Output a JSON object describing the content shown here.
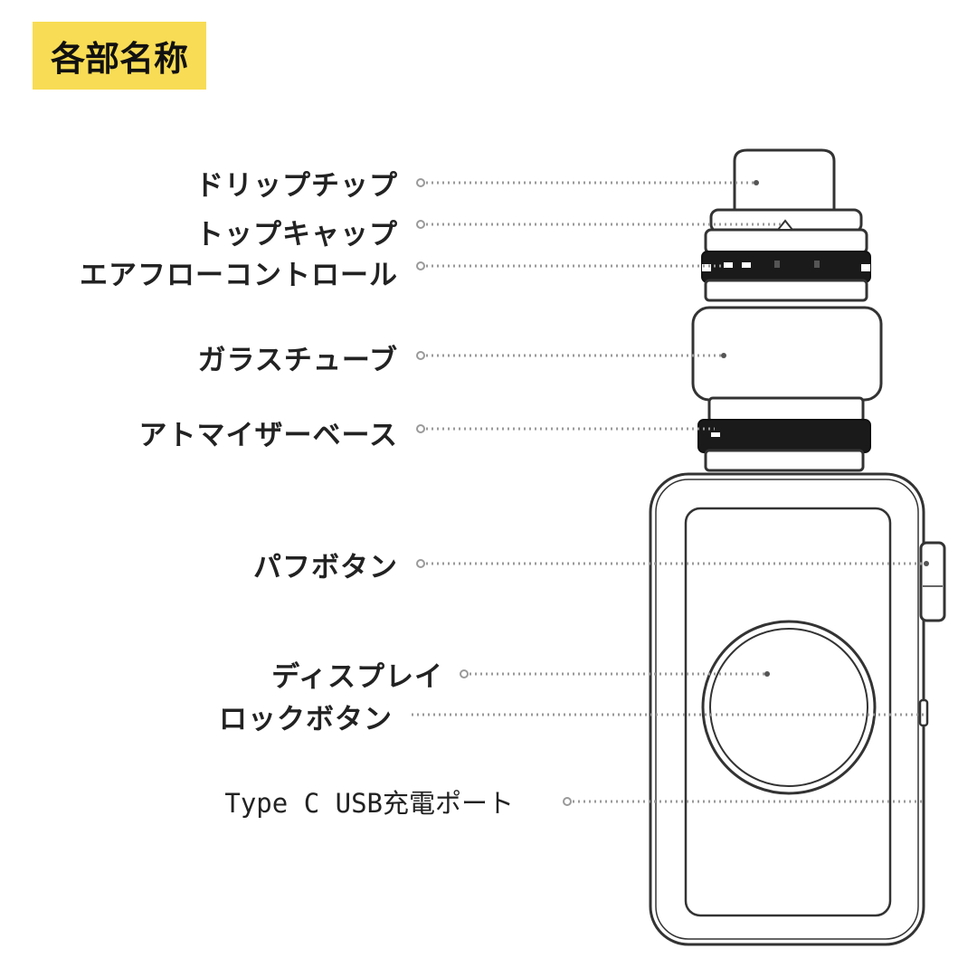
{
  "title": "各部名称",
  "colors": {
    "title_badge": "#f8dc55",
    "outline": "#333333",
    "leader_line": "#9a9a9a",
    "ring_dark": "#1a1a1a"
  },
  "callouts": [
    {
      "id": "drip-tip",
      "label": "ドリップチップ"
    },
    {
      "id": "top-cap",
      "label": "トップキャップ"
    },
    {
      "id": "airflow-control",
      "label": "エアフローコントロール"
    },
    {
      "id": "glass-tube",
      "label": "ガラスチューブ"
    },
    {
      "id": "atomizer-base",
      "label": "アトマイザーベース"
    },
    {
      "id": "puff-button",
      "label": "パフボタン"
    },
    {
      "id": "display",
      "label": "ディスプレイ"
    },
    {
      "id": "lock-button",
      "label": "ロックボタン"
    },
    {
      "id": "usb-port",
      "label": "Type C USB充電ポート"
    }
  ]
}
